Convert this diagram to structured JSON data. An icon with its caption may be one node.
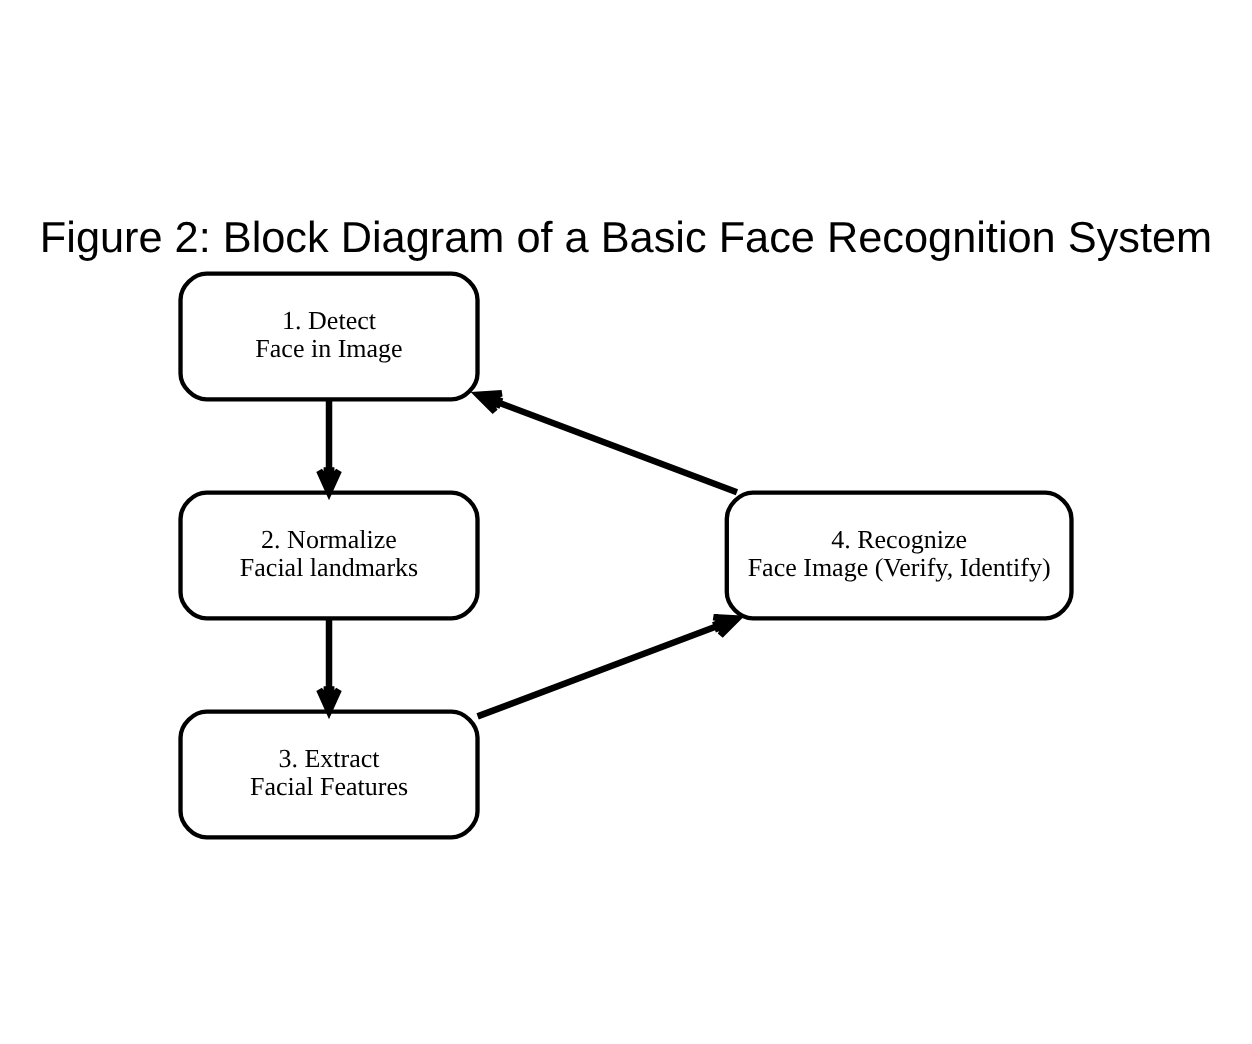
{
  "diagram": {
    "title": "Figure 2: Block Diagram of a Basic Face Recognition System",
    "nodes": [
      {
        "text": [
          "1. Detect",
          "Face in Image"
        ]
      },
      {
        "text": [
          "2. Normalize",
          "Facial landmarks"
        ]
      },
      {
        "text": [
          "3. Extract",
          "Facial Features"
        ]
      },
      {
        "text": [
          "4. Recognize",
          "Face Image (Verify, Identify)"
        ]
      }
    ],
    "edges": [
      {
        "from": 0,
        "to": 1,
        "arrow": "to"
      },
      {
        "from": 1,
        "to": 2,
        "arrow": "to"
      },
      {
        "from": 2,
        "to": 3,
        "arrow": "to"
      },
      {
        "from": 3,
        "to": 0,
        "arrow": "to"
      }
    ]
  }
}
